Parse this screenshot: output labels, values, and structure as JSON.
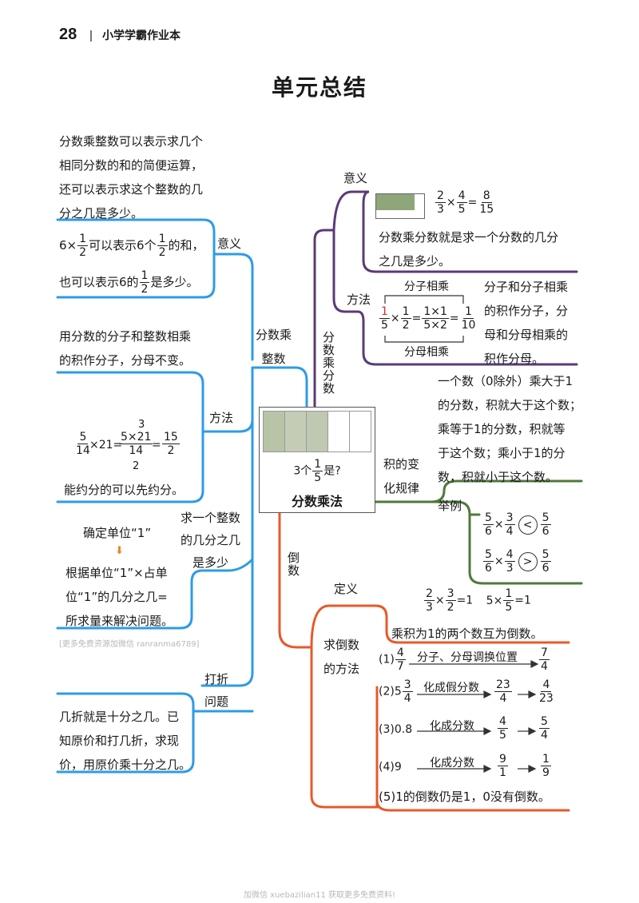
{
  "header": {
    "page_number": "28",
    "book_title": "小学学霸作业本"
  },
  "page_title": "单元总结",
  "center": {
    "question": [
      "3个",
      "1",
      "5",
      "是?"
    ],
    "title": "分数乘法"
  },
  "left": {
    "intro": [
      "分数乘整数可以表示求几个",
      "相同分数的和的简便运算，",
      "还可以表示求这个整数的几",
      "分之几是多少。"
    ],
    "branch_label": [
      "分数乘",
      "整数"
    ],
    "meaning_label": "意义",
    "meaning_example": {
      "line1": [
        "6×",
        "1",
        "2",
        "可以表示6个",
        "1",
        "2",
        "的和，"
      ],
      "line2": [
        "也可以表示6的",
        "1",
        "2",
        "是多少。"
      ]
    },
    "method_text": [
      "用分数的分子和整数相乘",
      "的积作分子，分母不变。"
    ],
    "method_label": "方法",
    "method_example": {
      "f1": [
        "5",
        "14"
      ],
      "times": "×21=",
      "f2_num": "5×21",
      "f2_den": "14",
      "above": "3",
      "below": "2",
      "eq": "=",
      "f3": [
        "15",
        "2"
      ]
    },
    "method_note": "能约分的可以先约分。",
    "whole_label": [
      "求一个整数",
      "的几分之几",
      "是多少"
    ],
    "unit_one": "确定单位“1”",
    "unit_arrow": "⬇",
    "unit_rule": [
      "根据单位“1”×占单",
      "位“1”的几分之几=",
      "所求量来解决问题。"
    ],
    "watermark_mid": "[更多免费资源加微信 ranranma6789]",
    "discount_label": [
      "打折",
      "问题"
    ],
    "discount_text": [
      "几折就是十分之几。已",
      "知原价和打几折，求现",
      "价，用原价乘十分之几。"
    ]
  },
  "right": {
    "branch_label": "分数乘分数",
    "meaning_label": "意义",
    "meaning_example": {
      "f1": [
        "2",
        "3"
      ],
      "times": "×",
      "f2": [
        "4",
        "5"
      ],
      "eq": "=",
      "f3": [
        "8",
        "15"
      ]
    },
    "meaning_text": [
      "分数乘分数就是求一个分数的几分",
      "之几是多少。"
    ],
    "method_label": "方法",
    "numerator_label": "分子相乘",
    "denominator_label": "分母相乘",
    "method_example": {
      "f1": [
        "1",
        "5"
      ],
      "times": "×",
      "f2": [
        "1",
        "2"
      ],
      "eq": "=",
      "f3": [
        "1×1",
        "5×2"
      ],
      "eq2": "=",
      "f4": [
        "1",
        "10"
      ]
    },
    "method_text": [
      "分子和分子相乘",
      "的积作分子，分",
      "母和分母相乘的",
      "积作分母。"
    ],
    "change_text": [
      "一个数（0除外）乘大于1",
      "的分数，积就大于这个数；",
      "乘等于1的分数，积就等",
      "于这个数；乘小于1的分",
      "数，积就小于这个数。"
    ],
    "change_label": [
      "积的变",
      "化规律"
    ],
    "example_label": "举例",
    "example1": {
      "a": [
        "5",
        "6"
      ],
      "times": "×",
      "b": [
        "3",
        "4"
      ],
      "sym": "<",
      "c": [
        "5",
        "6"
      ]
    },
    "example2": {
      "a": [
        "5",
        "6"
      ],
      "times": "×",
      "b": [
        "4",
        "3"
      ],
      "sym": ">",
      "c": [
        "5",
        "6"
      ]
    },
    "reciprocal_label": "倒数",
    "def_label": "定义",
    "def_example1": {
      "a": [
        "2",
        "3"
      ],
      "times": "×",
      "b": [
        "3",
        "2"
      ],
      "eq": "=1"
    },
    "def_example2": {
      "pre": "5×",
      "b": [
        "1",
        "5"
      ],
      "eq": "=1"
    },
    "def_text": "乘积为1的两个数互为倒数。",
    "how_label": [
      "求倒数",
      "的方法"
    ],
    "steps": [
      {
        "num": "(1)",
        "val": [
          "4",
          "7"
        ],
        "action": "分子、分母调换位置",
        "res": [
          "7",
          "4"
        ]
      },
      {
        "num": "(2)5",
        "val": [
          "3",
          "4"
        ],
        "action": "化成假分数",
        "mid": [
          "23",
          "4"
        ],
        "res": [
          "4",
          "23"
        ]
      },
      {
        "num": "(3)0.8",
        "action": "化成分数",
        "mid": [
          "4",
          "5"
        ],
        "res": [
          "5",
          "4"
        ]
      },
      {
        "num": "(4)9",
        "action": "化成分数",
        "mid": [
          "9",
          "1"
        ],
        "res": [
          "1",
          "9"
        ]
      }
    ],
    "step5": "(5)1的倒数仍是1，0没有倒数。"
  },
  "footer_watermark": "加微信 xuebazilian11 获取更多免费资料!",
  "colors": {
    "blue": "#2e9be6",
    "purple": "#5b3a78",
    "green": "#4e7a3a",
    "orange": "#e8592a"
  }
}
